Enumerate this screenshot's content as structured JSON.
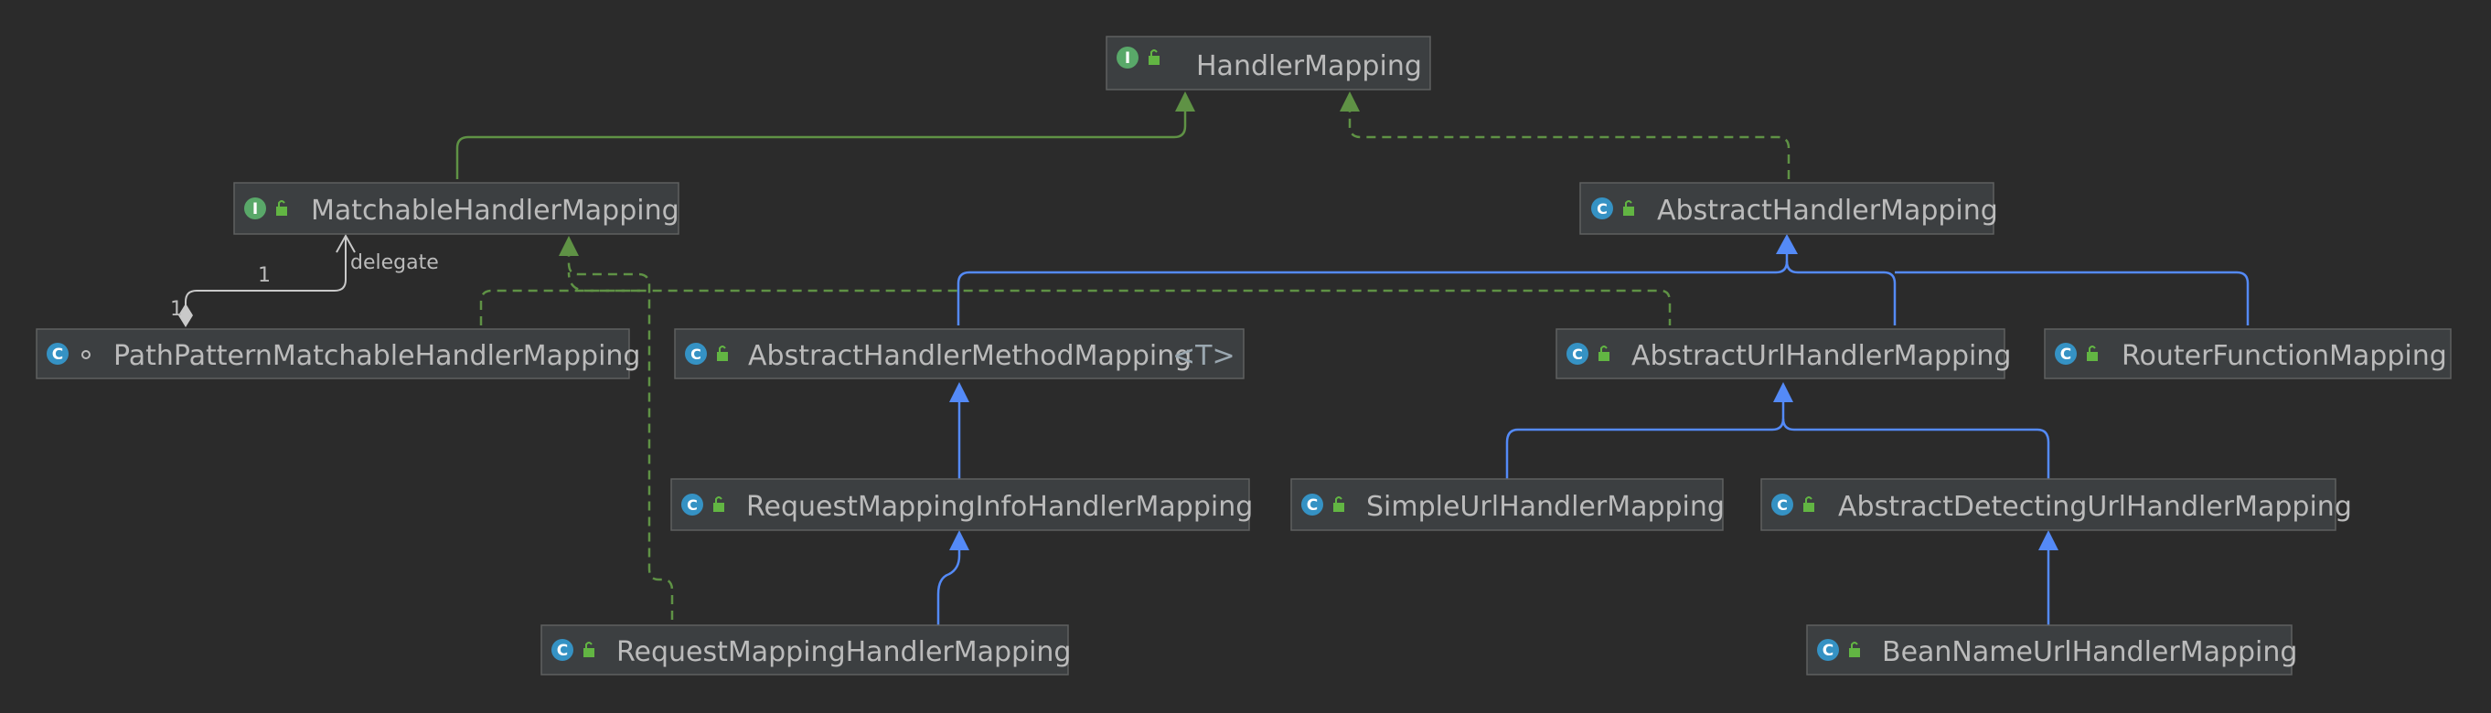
{
  "colors": {
    "background": "#2b2b2b",
    "node_fill": "#3c3f41",
    "node_border": "#5e6060",
    "text": "#bbbbbb",
    "interface_badge": "#59a869",
    "class_badge": "#3592c4",
    "lock_icon": "#62b543",
    "realization_edge": "#5f9245",
    "inheritance_edge": "#548af7",
    "association_edge": "#c9c9c9"
  },
  "nodes": {
    "handler_mapping": {
      "label": "HandlerMapping",
      "kind": "interface",
      "badge": "I",
      "icon": "interface-icon"
    },
    "matchable_handler_mapping": {
      "label": "MatchableHandlerMapping",
      "kind": "interface",
      "badge": "I",
      "icon": "interface-icon"
    },
    "abstract_handler_mapping": {
      "label": "AbstractHandlerMapping",
      "kind": "abstract-class",
      "badge": "C",
      "icon": "abstract-class-icon"
    },
    "path_pattern_matchable_handler_mapping": {
      "label": "PathPatternMatchableHandlerMapping",
      "kind": "class",
      "badge": "C",
      "icon": "class-icon"
    },
    "abstract_handler_method_mapping": {
      "label": "AbstractHandlerMethodMapping",
      "generic": "<T>",
      "kind": "abstract-class",
      "badge": "C",
      "icon": "abstract-class-icon"
    },
    "abstract_url_handler_mapping": {
      "label": "AbstractUrlHandlerMapping",
      "kind": "abstract-class",
      "badge": "C",
      "icon": "abstract-class-icon"
    },
    "router_function_mapping": {
      "label": "RouterFunctionMapping",
      "kind": "class",
      "badge": "C",
      "icon": "class-icon"
    },
    "request_mapping_info_handler_mapping": {
      "label": "RequestMappingInfoHandlerMapping",
      "kind": "abstract-class",
      "badge": "C",
      "icon": "abstract-class-icon"
    },
    "simple_url_handler_mapping": {
      "label": "SimpleUrlHandlerMapping",
      "kind": "class",
      "badge": "C",
      "icon": "class-icon"
    },
    "abstract_detecting_url_handler_mapping": {
      "label": "AbstractDetectingUrlHandlerMapping",
      "kind": "abstract-class",
      "badge": "C",
      "icon": "abstract-class-icon"
    },
    "request_mapping_handler_mapping": {
      "label": "RequestMappingHandlerMapping",
      "kind": "class",
      "badge": "C",
      "icon": "class-icon"
    },
    "bean_name_url_handler_mapping": {
      "label": "BeanNameUrlHandlerMapping",
      "kind": "class",
      "badge": "C",
      "icon": "class-icon"
    }
  },
  "edges": [
    {
      "from": "matchable_handler_mapping",
      "to": "handler_mapping",
      "type": "extends-interface"
    },
    {
      "from": "abstract_handler_mapping",
      "to": "handler_mapping",
      "type": "implements"
    },
    {
      "from": "path_pattern_matchable_handler_mapping",
      "to": "matchable_handler_mapping",
      "type": "implements"
    },
    {
      "from": "abstract_url_handler_mapping",
      "to": "matchable_handler_mapping",
      "type": "implements"
    },
    {
      "from": "request_mapping_handler_mapping",
      "to": "matchable_handler_mapping",
      "type": "implements"
    },
    {
      "from": "path_pattern_matchable_handler_mapping",
      "to": "matchable_handler_mapping",
      "type": "association",
      "label": "delegate",
      "source_multiplicity": "1",
      "target_multiplicity": "1"
    },
    {
      "from": "abstract_handler_method_mapping",
      "to": "abstract_handler_mapping",
      "type": "extends"
    },
    {
      "from": "abstract_url_handler_mapping",
      "to": "abstract_handler_mapping",
      "type": "extends"
    },
    {
      "from": "router_function_mapping",
      "to": "abstract_handler_mapping",
      "type": "extends"
    },
    {
      "from": "request_mapping_info_handler_mapping",
      "to": "abstract_handler_method_mapping",
      "type": "extends"
    },
    {
      "from": "request_mapping_handler_mapping",
      "to": "request_mapping_info_handler_mapping",
      "type": "extends"
    },
    {
      "from": "simple_url_handler_mapping",
      "to": "abstract_url_handler_mapping",
      "type": "extends"
    },
    {
      "from": "abstract_detecting_url_handler_mapping",
      "to": "abstract_url_handler_mapping",
      "type": "extends"
    },
    {
      "from": "bean_name_url_handler_mapping",
      "to": "abstract_detecting_url_handler_mapping",
      "type": "extends"
    }
  ]
}
